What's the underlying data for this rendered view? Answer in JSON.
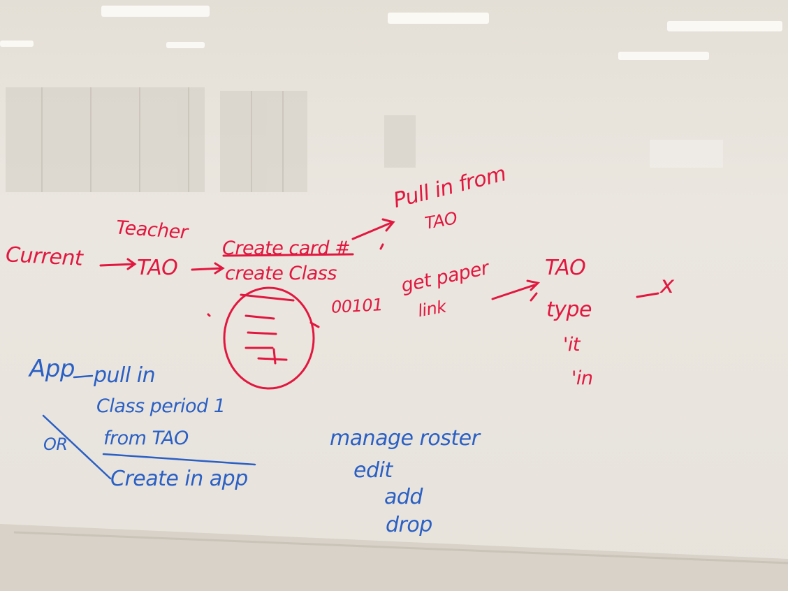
{
  "whiteboard": {
    "red": {
      "current": "Current",
      "teacher": "Teacher",
      "tao_1": "TAO",
      "create_card": "Create card #",
      "create_class": "create Class",
      "pull_in_from": "Pull in from",
      "tao_2": "TAO",
      "code": "00101",
      "get_paper": "get paper",
      "link": "link",
      "tao_3": "TAO",
      "type": "type",
      "it": "'it",
      "in": "'in",
      "x": "x"
    },
    "blue": {
      "app": "App",
      "pull_in": "pull in",
      "class_period": "Class period 1",
      "from_tao": "from TAO",
      "or": "OR",
      "create_in_app": "Create in app",
      "manage_roster": "manage roster",
      "edit": "edit",
      "add": "add",
      "drop": "drop"
    }
  },
  "colors": {
    "red_marker": "#e2173f",
    "blue_marker": "#2a5fc4",
    "board": "#ece8e1",
    "wall": "#d9d4cb"
  }
}
